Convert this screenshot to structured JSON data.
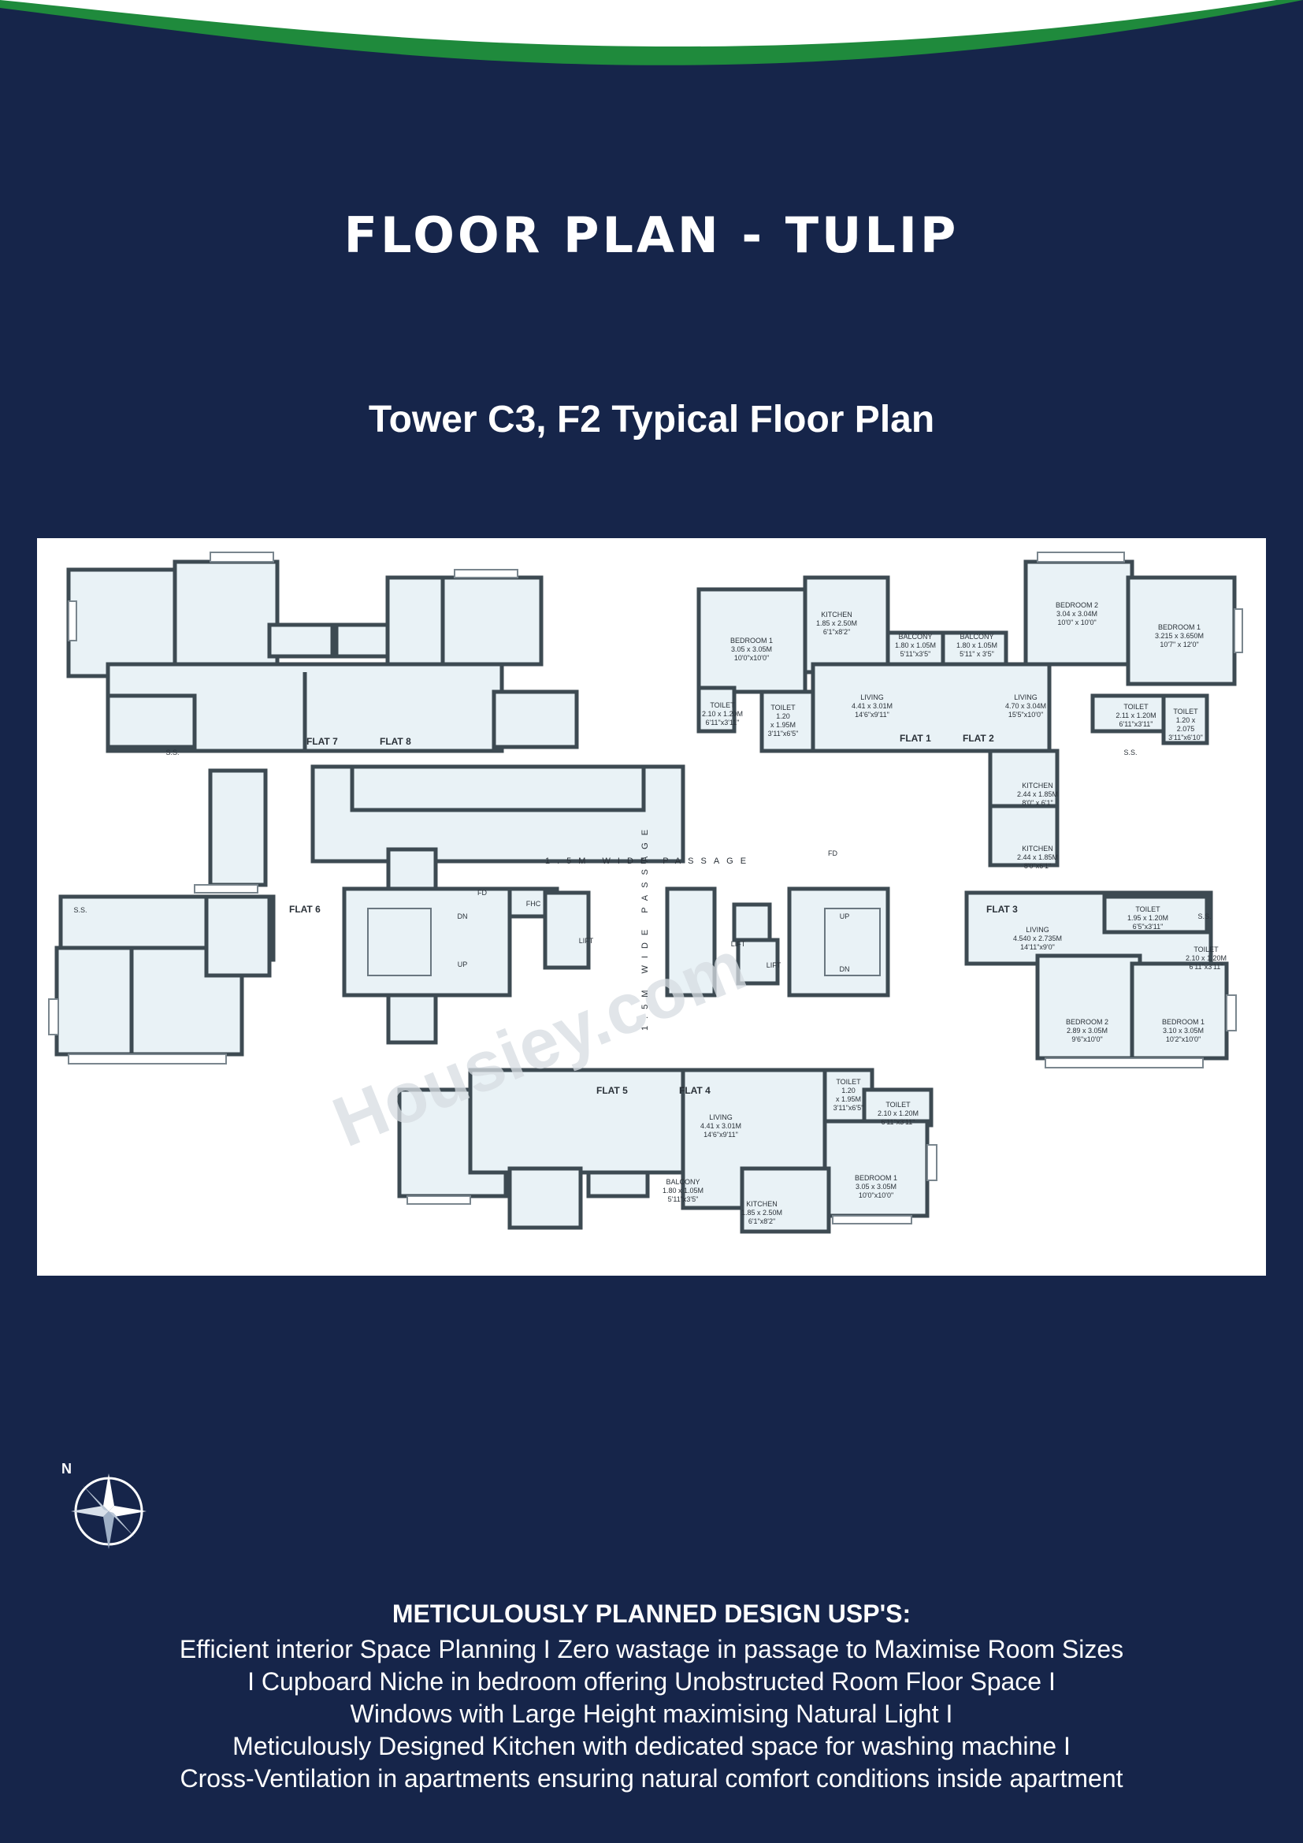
{
  "page": {
    "title": "FLOOR PLAN - TULIP",
    "subtitle": "Tower C3, F2 Typical Floor Plan"
  },
  "colors": {
    "background": "#16254a",
    "wave_green": "#1f8a3c",
    "wave_white": "#ffffff",
    "room_fill": "#e9f2f6",
    "wall": "#3d4a52"
  },
  "plan": {
    "passage_horizontal": "1.5M WIDE PASSAGE",
    "passage_vertical": "1.5M WIDE PASSAGE",
    "watermark": "Housiey.com",
    "flats": {
      "f1": "FLAT 1",
      "f2": "FLAT 2",
      "f3": "FLAT 3",
      "f4": "FLAT 4",
      "f5": "FLAT 5",
      "f6": "FLAT 6",
      "f7": "FLAT 7",
      "f8": "FLAT 8"
    },
    "rooms": {
      "f1_bedroom1": [
        "BEDROOM 1",
        "3.05 x 3.05M",
        "10'0\"x10'0\""
      ],
      "f1_kitchen": [
        "KITCHEN",
        "1.85 x 2.50M",
        "6'1\"x8'2\""
      ],
      "f1_balcony": [
        "BALCONY",
        "1.80 x 1.05M",
        "5'11\"x3'5\""
      ],
      "f1_living": [
        "LIVING",
        "4.41 x 3.01M",
        "14'6\"x9'11\""
      ],
      "f1_toilet": [
        "TOILET",
        "2.10 x 1.20M",
        "6'11\"x3'11\""
      ],
      "f1_toilet2": [
        "TOILET",
        "1.20",
        "x 1.95M",
        "3'11\"x6'5\""
      ],
      "f2_balcony": [
        "BALCONY",
        "1.80 x 1.05M",
        "5'11\" x 3'5\""
      ],
      "f2_bedroom2": [
        "BEDROOM 2",
        "3.04 x 3.04M",
        "10'0\" x 10'0\""
      ],
      "f2_bedroom1": [
        "BEDROOM 1",
        "3.215 x 3.650M",
        "10'7\" x 12'0\""
      ],
      "f2_living": [
        "LIVING",
        "4.70 x 3.04M",
        "15'5\"x10'0\""
      ],
      "f2_toilet": [
        "TOILET",
        "2.11 x 1.20M",
        "6'11\"x3'11\""
      ],
      "f2_toilet2": [
        "TOILET",
        "1.20 x",
        "2.075",
        "3'11\"x6'10\""
      ],
      "f2_kitchen": [
        "KITCHEN",
        "2.44 x 1.85M",
        "8'0\" x 6'1\""
      ],
      "f3_kitchen": [
        "KITCHEN",
        "2.44 x 1.85M",
        "8'0\"x6'1\""
      ],
      "f3_living": [
        "LIVING",
        "4.540 x 2.735M",
        "14'11\"x9'0\""
      ],
      "f3_toilet": [
        "TOILET",
        "1.95 x 1.20M",
        "6'5\"x3'11\""
      ],
      "f3_toilet2": [
        "TOILET",
        "2.10 x 1.20M",
        "6'11\"x3'11\""
      ],
      "f3_bedroom2": [
        "BEDROOM 2",
        "2.89 x 3.05M",
        "9'6\"x10'0\""
      ],
      "f3_bedroom1": [
        "BEDROOM 1",
        "3.10 x 3.05M",
        "10'2\"x10'0\""
      ],
      "f4_toilet": [
        "TOILET",
        "1.20",
        "x 1.95M",
        "3'11\"x6'5\""
      ],
      "f4_toilet2": [
        "TOILET",
        "2.10 x 1.20M",
        "6'11\"x3'11\""
      ],
      "f4_living": [
        "LIVING",
        "4.41 x 3.01M",
        "14'6\"x9'11\""
      ],
      "f4_balcony": [
        "BALCONY",
        "1.80 x 1.05M",
        "5'11\"x3'5\""
      ],
      "f4_kitchen": [
        "KITCHEN",
        "1.85 x 2.50M",
        "6'1\"x8'2\""
      ],
      "f4_bedroom1": [
        "BEDROOM 1",
        "3.05 x 3.05M",
        "10'0\"x10'0\""
      ]
    },
    "core": {
      "lift": "LIFT",
      "fhc": "FHC",
      "up": "UP",
      "dn": "DN",
      "fd": "FD",
      "ss": "S.S."
    }
  },
  "compass": {
    "north": "N"
  },
  "usp": {
    "title": "METICULOUSLY PLANNED DESIGN USP'S:",
    "lines": [
      "Efficient interior Space Planning I Zero wastage in passage to Maximise Room Sizes",
      "I Cupboard Niche in bedroom offering Unobstructed Room Floor Space I",
      "Windows with Large Height maximising Natural Light I",
      "Meticulously Designed Kitchen with dedicated space for washing machine I",
      "Cross-Ventilation in apartments ensuring natural comfort conditions inside apartment"
    ]
  }
}
